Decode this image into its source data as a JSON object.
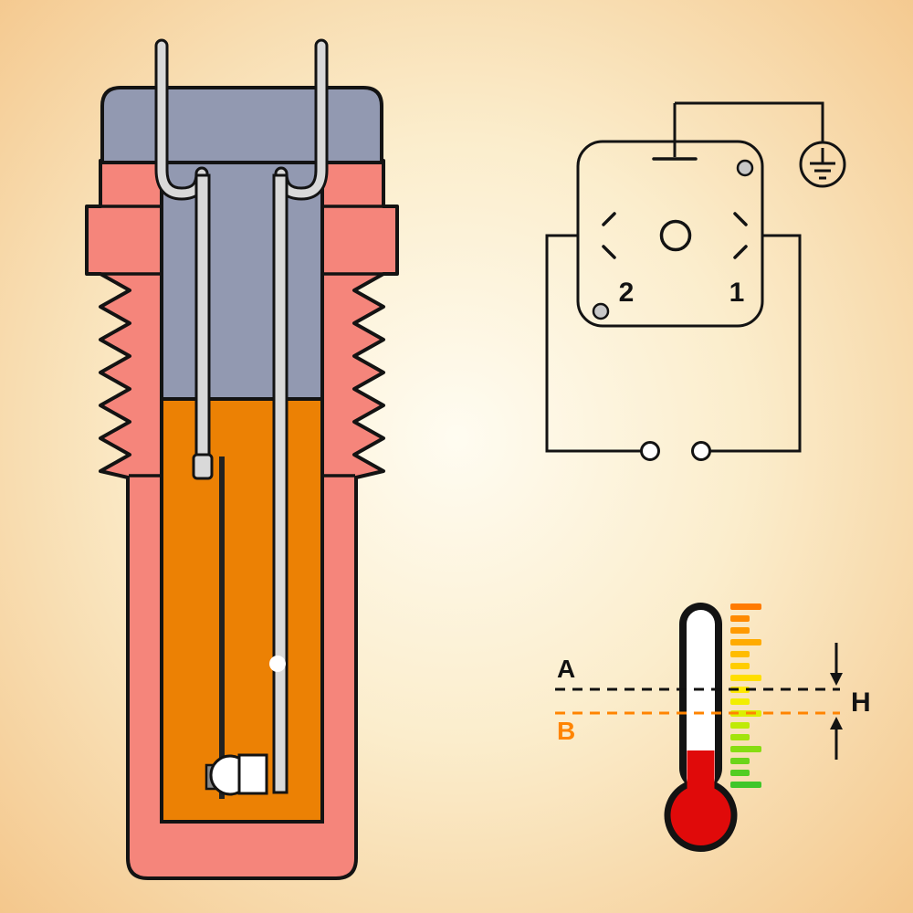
{
  "colors": {
    "bg-inner": "#FFFCF1",
    "bg-mid": "#FBEDCC",
    "bg-outer": "#F4C78C",
    "salmon": "#F5857B",
    "gray": "#9299B1",
    "orange-fill": "#EC8104",
    "metal": "#D9D9D9",
    "outline": "#131313",
    "red": "#E00A0A",
    "white": "#FFFFFF",
    "rivet": "#C8C8C8",
    "line-a": "#111111",
    "line-b": "#FF8400"
  },
  "circuit": {
    "terminal_1_label": "1",
    "terminal_2_label": "2"
  },
  "thermometer": {
    "label_a": "A",
    "label_b": "B",
    "label_h": "H",
    "tick_colors": [
      "#FF7A00",
      "#FF8A00",
      "#FF9A00",
      "#FFAB00",
      "#FFBC00",
      "#FFCD00",
      "#FFDE00",
      "#FFE900",
      "#F2EE00",
      "#DCEF00",
      "#BFEA05",
      "#A3E40B",
      "#87DD12",
      "#6CD51A",
      "#52CD22",
      "#3FC62A"
    ]
  }
}
